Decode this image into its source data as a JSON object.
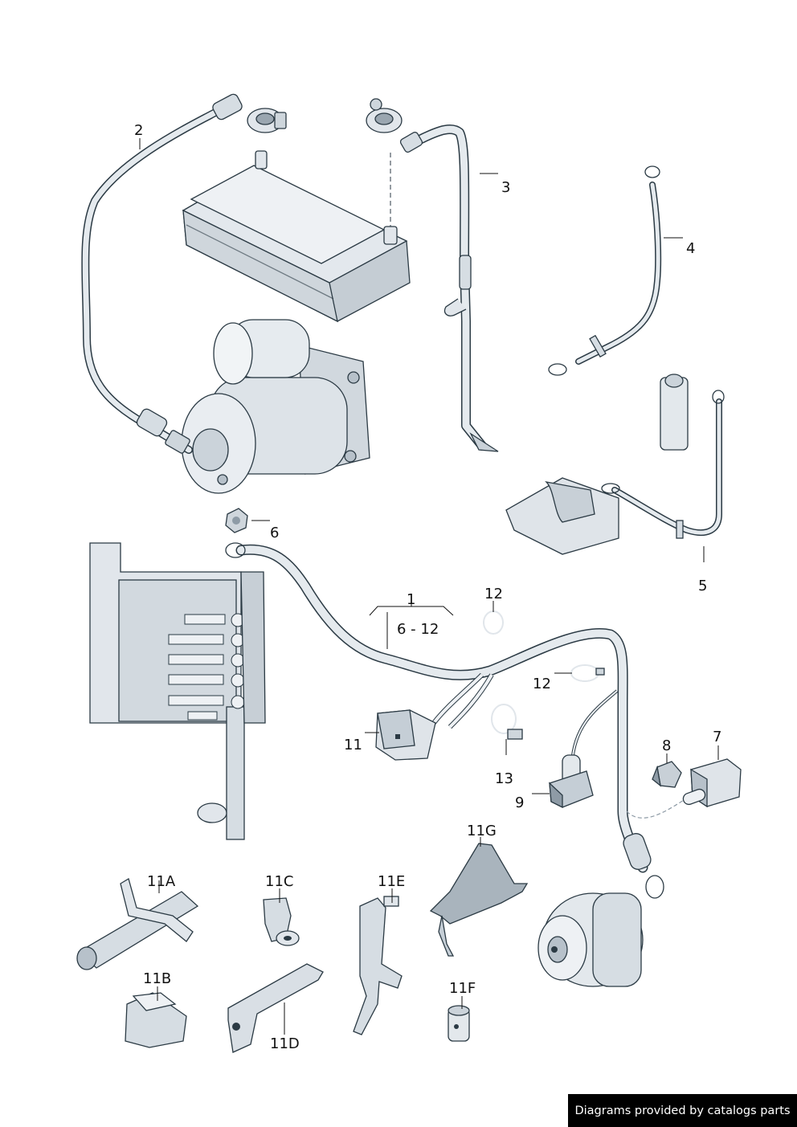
{
  "colors": {
    "part_fill": "#e1e6eb",
    "part_shadow": "#b7c1ca",
    "part_dark": "#8e9ba6",
    "outline": "#2b3a44",
    "label_text": "#111111"
  },
  "callouts": {
    "c1": "1",
    "c1_range": "6 - 12",
    "c2": "2",
    "c3": "3",
    "c4": "4",
    "c5": "5",
    "c6": "6",
    "c7": "7",
    "c8": "8",
    "c9": "9",
    "c11": "11",
    "c12a": "12",
    "c12b": "12",
    "c13": "13",
    "c11a": "11A",
    "c11b": "11B",
    "c11c": "11C",
    "c11d": "11D",
    "c11e": "11E",
    "c11f": "11F",
    "c11g": "11G"
  },
  "footer": {
    "credit": "Diagrams provided by catalogs parts"
  }
}
